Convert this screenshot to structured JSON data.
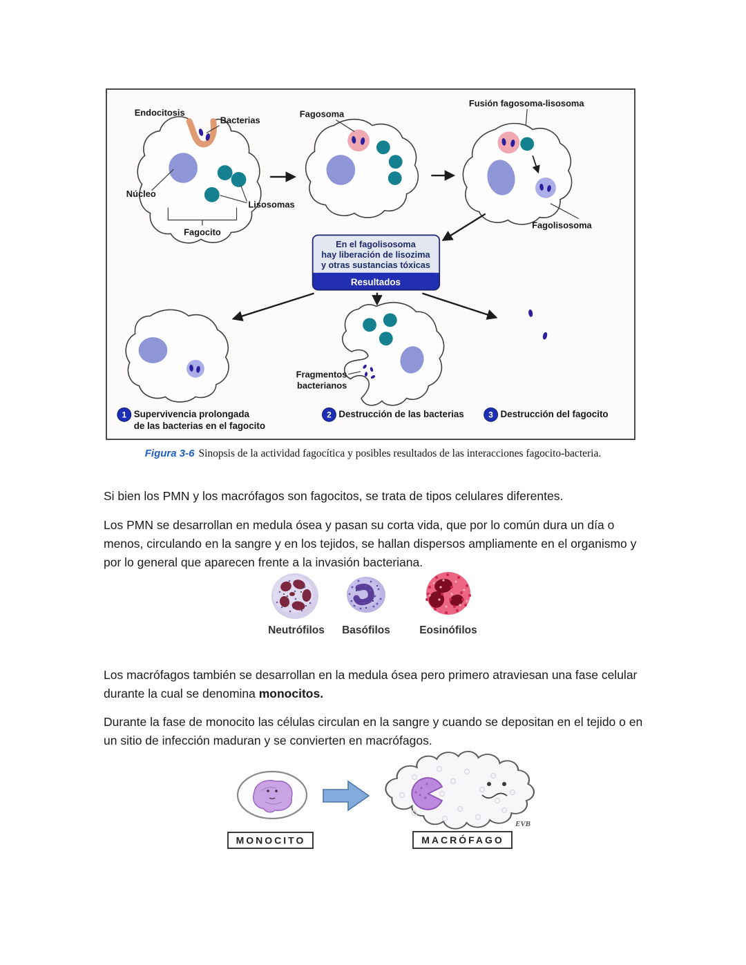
{
  "figure": {
    "labels": {
      "endocitosis": "Endocitosis",
      "bacterias": "Bacterias",
      "nucleo": "Núcleo",
      "lisosomas": "Lisosomas",
      "fagocito": "Fagocito",
      "fagosoma": "Fagosoma",
      "fusion": "Fusión fagosoma-lisosoma",
      "fagolisosoma": "Fagolisosoma",
      "fragmentos1": "Fragmentos",
      "fragmentos2": "bacterianos"
    },
    "result_box": {
      "line1": "En el fagolisosoma",
      "line2": "hay liberación de lisozima",
      "line3": "y otras sustancias tóxicas",
      "band": "Resultados"
    },
    "legend": [
      {
        "num": "1",
        "line1": "Supervivencia prolongada",
        "line2": "de las bacterias en el fagocito"
      },
      {
        "num": "2",
        "line1": "Destrucción de las bacterias",
        "line2": ""
      },
      {
        "num": "3",
        "line1": "Destrucción del fagocito",
        "line2": ""
      }
    ]
  },
  "caption": {
    "label": "Figura 3-6",
    "text": "Sinopsis de la actividad fagocítica y posibles resultados de las interacciones fagocito-bacteria."
  },
  "paragraphs": {
    "p1": "Si bien los PMN y los macrófagos son fagocitos, se trata de tipos celulares diferentes.",
    "p2": "Los PMN se desarrollan en medula ósea y pasan su corta vida, que por lo común dura un día o menos, circulando en la sangre y en los tejidos, se hallan dispersos ampliamente en el organismo y por lo general que aparecen frente a la invasión bacteriana.",
    "p3_text": "Los macrófagos también se desarrollan en la medula ósea pero primero atraviesan una fase celular durante la cual se denomina ",
    "p3_bold": "monocitos.",
    "p4": "Durante la fase de monocito las células circulan en la sangre y cuando se depositan en el tejido o en un sitio de infección maduran y se convierten en macrófagos."
  },
  "leukocytes": {
    "labels": [
      "Neutrófilos",
      "Basófilos",
      "Eosinófilos"
    ]
  },
  "monocyte_figure": {
    "left_label": "MONOCITO",
    "right_label": "MACRÓFAGO",
    "signature": "EVB"
  },
  "colors": {
    "lysosome_teal": "#15808f",
    "nucleus_periwinkle": "#8e96d8",
    "phagosome_pink": "#f0a9b2",
    "bacteria_indigo": "#2b1f9c",
    "phagolysosome_lilac": "#abaee9",
    "endocytosis_cup_salmon": "#e09a74",
    "result_band_blue": "#222fb2",
    "legend_badge_blue": "#1d2fb4",
    "caption_label_blue": "#1e5fc4",
    "eosinophil_red": "#ec6583",
    "neutrophil_lobe_maroon": "#7b2840",
    "basophil_purple": "#5a3e97",
    "monocyte_nucleus_purple": "#c9a3e3",
    "arrow_blue": "#83abdc"
  }
}
